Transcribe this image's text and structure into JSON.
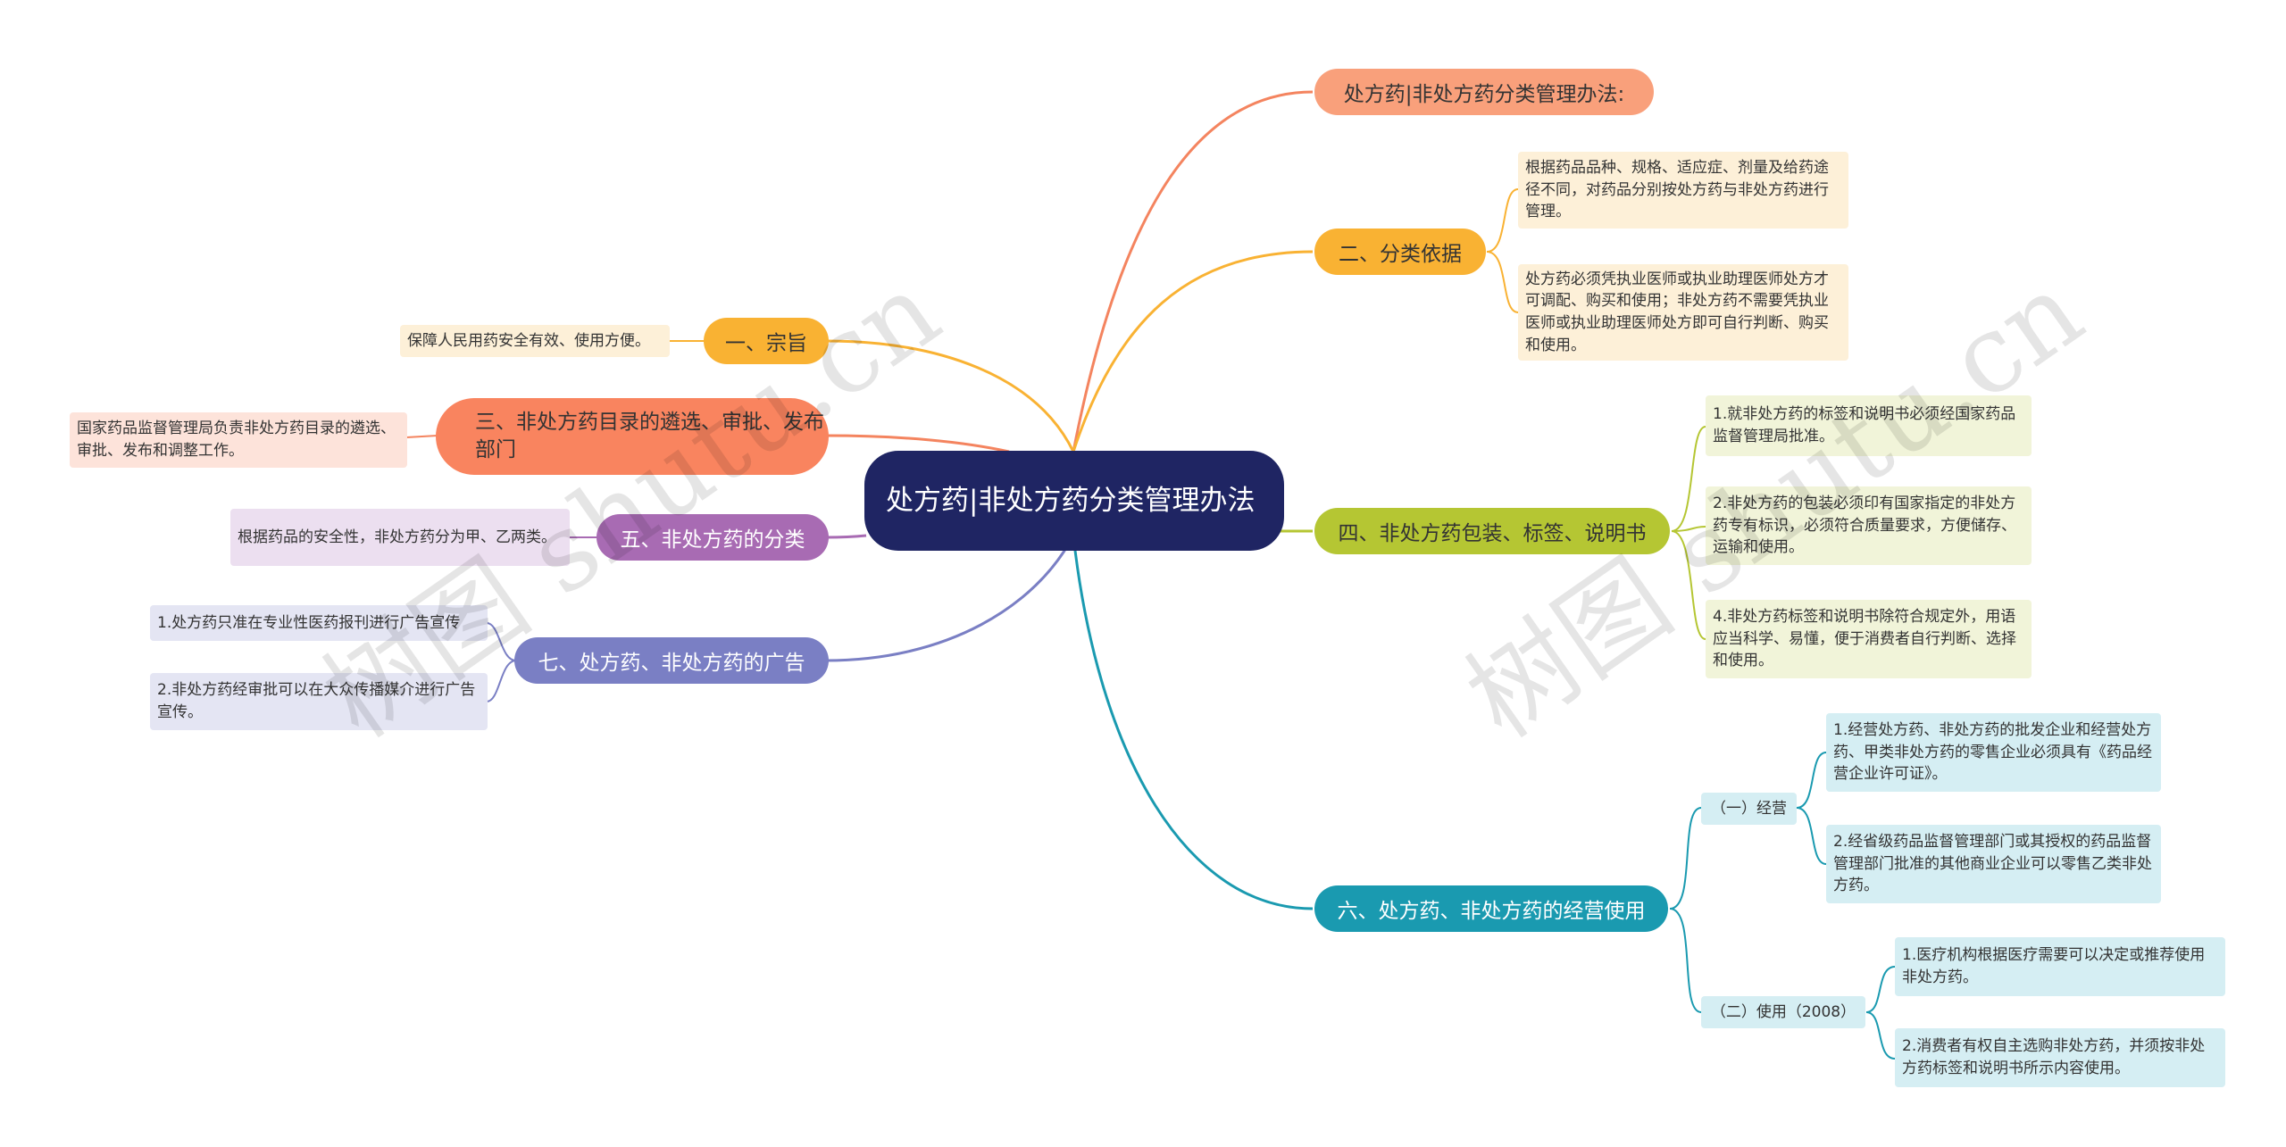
{
  "root": {
    "title": "处方药|非处方药分类管理办法"
  },
  "branches": {
    "b0": {
      "label": "处方药|非处方药分类管理办法:"
    },
    "b1": {
      "label": "一、宗旨",
      "leaf1": "保障人民用药安全有效、使用方便。"
    },
    "b2": {
      "label": "二、分类依据",
      "leaf1": "根据药品品种、规格、适应症、剂量及给药途径不同，对药品分别按处方药与非处方药进行管理。",
      "leaf2": "处方药必须凭执业医师或执业助理医师处方才可调配、购买和使用；非处方药不需要凭执业医师或执业助理医师处方即可自行判断、购买和使用。"
    },
    "b3": {
      "label": "三、非处方药目录的遴选、审批、发布部门",
      "leaf1": "国家药品监督管理局负责非处方药目录的遴选、审批、发布和调整工作。"
    },
    "b4": {
      "label": "四、非处方药包装、标签、说明书",
      "leaf1": "1.就非处方药的标签和说明书必须经国家药品监督管理局批准。",
      "leaf2": "2.非处方药的包装必须印有国家指定的非处方药专有标识，必须符合质量要求，方便储存、运输和使用。",
      "leaf3": "4.非处方药标签和说明书除符合规定外，用语应当科学、易懂，便于消费者自行判断、选择和使用。"
    },
    "b5": {
      "label": "五、非处方药的分类",
      "leaf1": "根据药品的安全性，非处方药分为甲、乙两类。"
    },
    "b6": {
      "label": "六、处方药、非处方药的经营使用",
      "sub1": {
        "label": "（一）经营",
        "leaf1": "1.经营处方药、非处方药的批发企业和经营处方药、甲类非处方药的零售企业必须具有《药品经营企业许可证》。",
        "leaf2": "2.经省级药品监督管理部门或其授权的药品监督管理部门批准的其他商业企业可以零售乙类非处方药。"
      },
      "sub2": {
        "label": "（二）使用（2008）",
        "leaf1": "1.医疗机构根据医疗需要可以决定或推荐使用非处方药。",
        "leaf2": "2.消费者有权自主选购非处方药，并须按非处方药标签和说明书所示内容使用。"
      }
    },
    "b7": {
      "label": "七、处方药、非处方药的广告",
      "leaf1": "1.处方药只准在专业性医药报刊进行广告宣传",
      "leaf2": "2.非处方药经审批可以在大众传播媒介进行广告宣传。"
    }
  },
  "watermark": {
    "left": "树图 shutu.cn",
    "right": "树图 shutu.cn"
  },
  "colors": {
    "root": "#1f2563",
    "b0": "#f4845f",
    "b1": "#f9b233",
    "b2": "#f9b233",
    "b3": "#f4845f",
    "b4": "#b5c633",
    "b5": "#a86bb3",
    "b6": "#1a9ab0",
    "b7": "#7a7fc4"
  }
}
